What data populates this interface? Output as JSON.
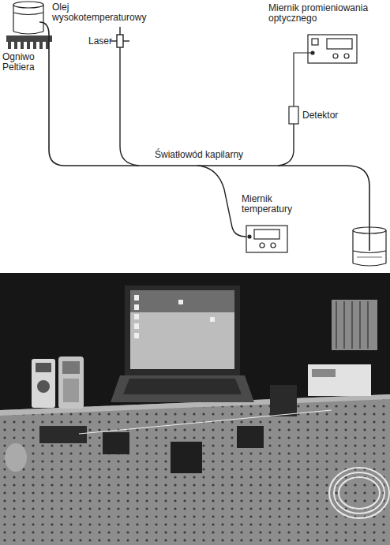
{
  "diagram": {
    "labels": [
      "Olej wysokotemperaturowy",
      "Ogniwo Peltiera",
      "Laser",
      "Miernik promieniowania optycznego",
      "Detektor",
      "Światłowód kapilarny",
      "Miernik temperatury"
    ]
  }
}
